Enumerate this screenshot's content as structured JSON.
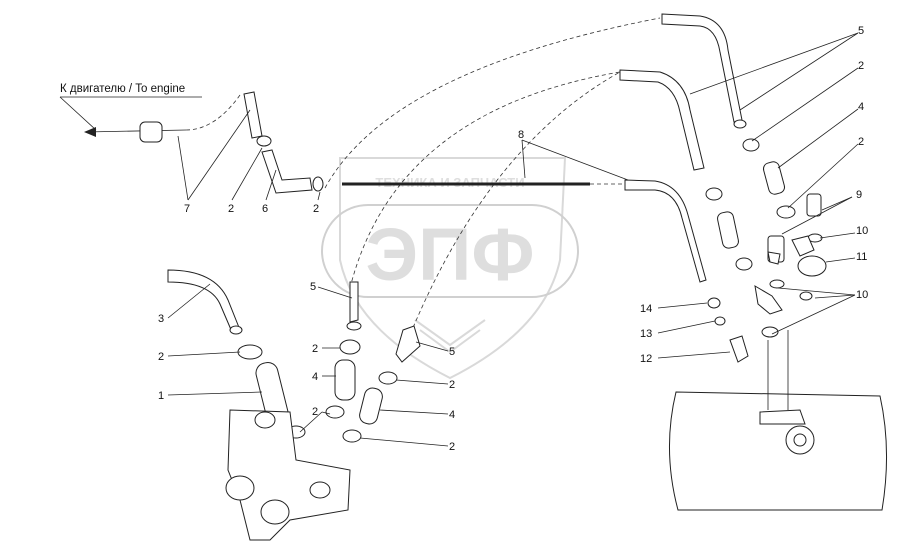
{
  "direction_label": "К двигателю / To engine",
  "watermark": {
    "logo_text": "ЭПФ",
    "banner_text": "ТЕХНИКА И ЗАПЧАСТИ"
  },
  "callouts": {
    "c5a": "5",
    "c2a": "2",
    "c4a": "4",
    "c2b": "2",
    "c9": "9",
    "c10a": "10",
    "c11": "11",
    "c10b": "10",
    "c14": "14",
    "c13": "13",
    "c12": "12",
    "c8": "8",
    "c7": "7",
    "c2c": "2",
    "c6": "6",
    "c2d": "2",
    "c3": "3",
    "c2e": "2",
    "c1": "1",
    "c5b": "5",
    "c2f": "2",
    "c4b": "4",
    "c2g": "2",
    "c5c": "5",
    "c2h": "2",
    "c4c": "4",
    "c2i": "2"
  }
}
